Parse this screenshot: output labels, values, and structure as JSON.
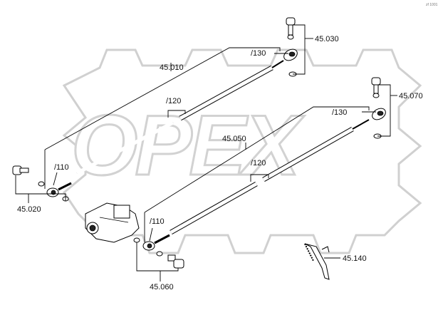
{
  "watermark": {
    "brand": "OPEX"
  },
  "corner_mark": "zf 1001",
  "callouts": [
    {
      "id": "l45030",
      "text": "45.030"
    },
    {
      "id": "l130a",
      "text": "/130"
    },
    {
      "id": "l45010",
      "text": "45.010"
    },
    {
      "id": "l120a",
      "text": "/120"
    },
    {
      "id": "l45070",
      "text": "45.070"
    },
    {
      "id": "l130b",
      "text": "/130"
    },
    {
      "id": "l45050",
      "text": "45.050"
    },
    {
      "id": "l120b",
      "text": "/120"
    },
    {
      "id": "l110a",
      "text": "/110"
    },
    {
      "id": "l45020",
      "text": "45.020"
    },
    {
      "id": "l110b",
      "text": "/110"
    },
    {
      "id": "l45140",
      "text": "45.140"
    },
    {
      "id": "l45060",
      "text": "45.060"
    }
  ]
}
